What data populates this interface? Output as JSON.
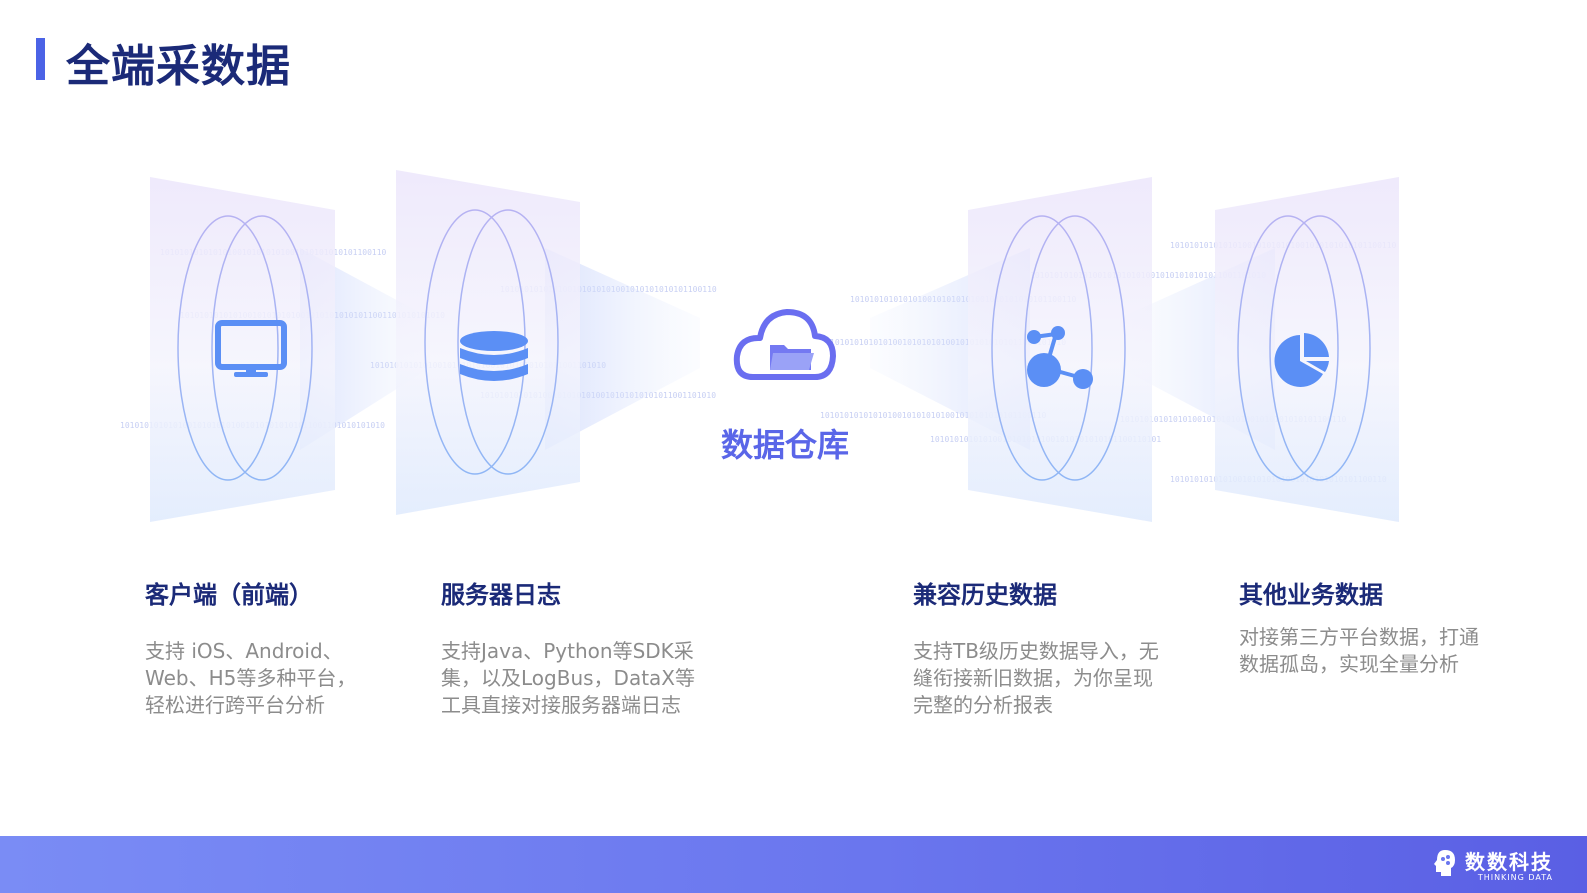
{
  "title": "全端采数据",
  "center": {
    "label": "数据仓库",
    "icon": "cloud-folder-icon"
  },
  "columns": [
    {
      "key": "client",
      "icon": "monitor-icon",
      "heading": "客户端（前端）",
      "desc": [
        "支持  iOS、Android、",
        "Web、H5等多种平台，",
        "轻松进行跨平台分析"
      ]
    },
    {
      "key": "server",
      "icon": "database-icon",
      "heading": "服务器日志",
      "desc": [
        "支持Java、Python等SDK采",
        "集，以及LogBus，DataX等",
        "工具直接对接服务器端日志"
      ]
    },
    {
      "key": "history",
      "icon": "network-icon",
      "heading": "兼容历史数据",
      "desc": [
        "支持TB级历史数据导入，无",
        "缝衔接新旧数据，为你呈现",
        "完整的分析报表"
      ]
    },
    {
      "key": "business",
      "icon": "pie-chart-icon",
      "heading": "其他业务数据",
      "desc": [
        "对接第三方平台数据，打通",
        "数据孤岛，实现全量分析"
      ]
    }
  ],
  "footer": {
    "logo_name": "数数科技",
    "logo_sub": "THINKING DATA"
  },
  "colors": {
    "title": "#1b2a78",
    "accent": "#4b63e6",
    "icon_blue": "#5b8ff5",
    "center_purple": "#5a66e8",
    "desc_gray": "#8c8c8c"
  }
}
